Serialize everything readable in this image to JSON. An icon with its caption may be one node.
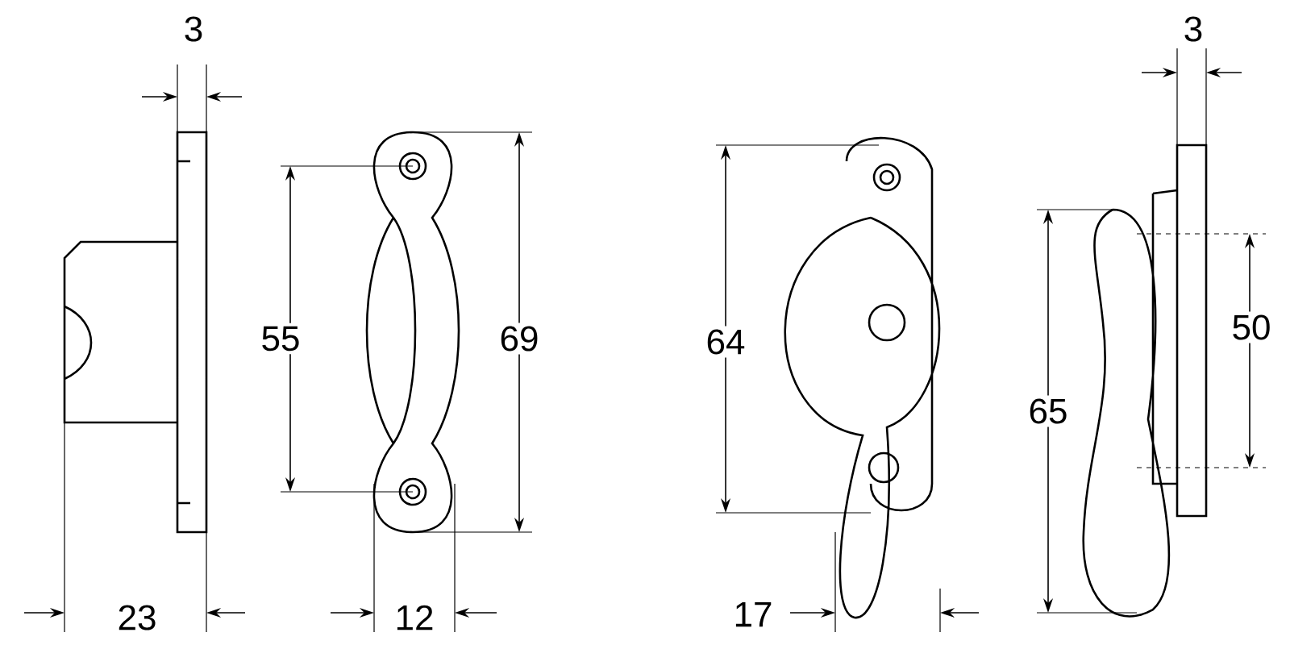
{
  "diagram": {
    "labels": [
      "3",
      "3",
      "55",
      "69",
      "64",
      "50",
      "65",
      "23",
      "12",
      "17"
    ]
  }
}
